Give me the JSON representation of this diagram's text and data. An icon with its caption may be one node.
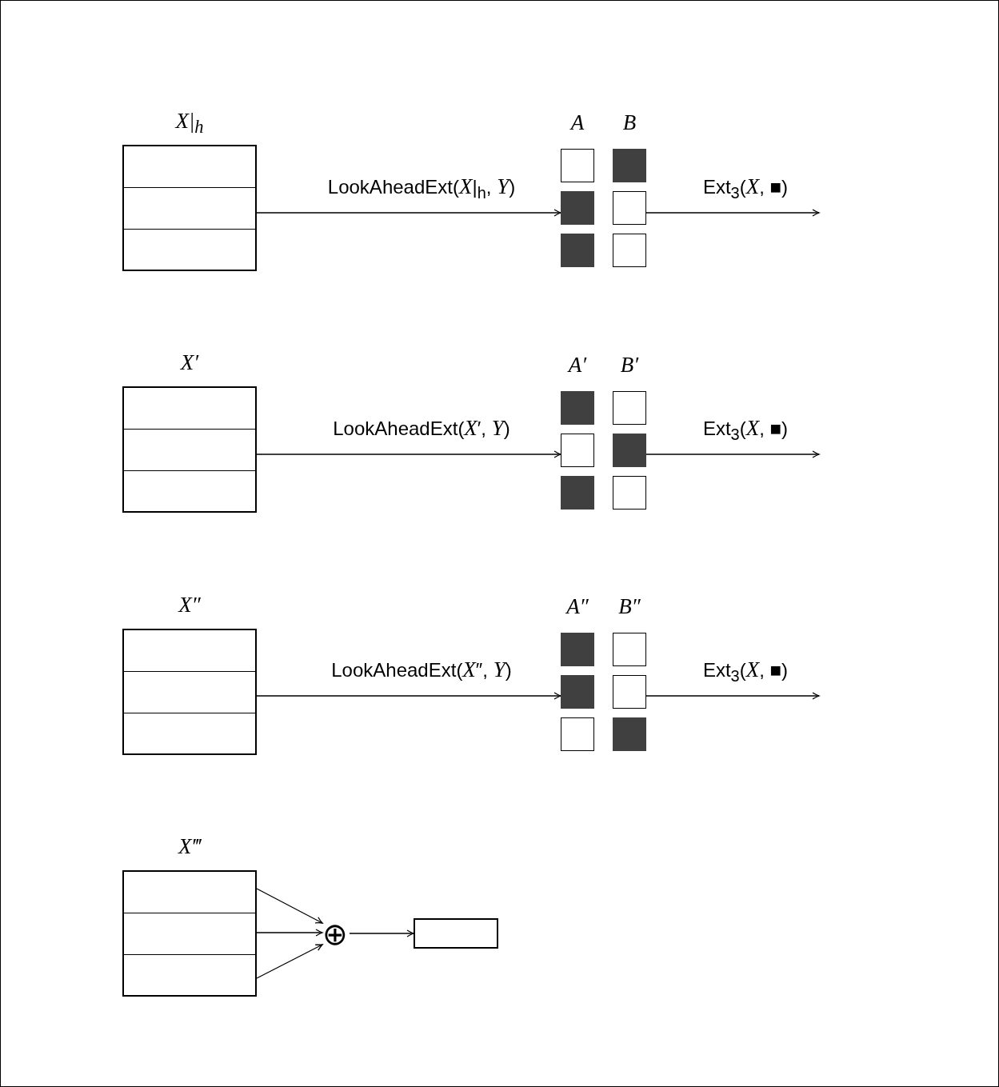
{
  "diagram": {
    "nodes": [
      {
        "text": [
          "X|$_{h}$"
        ]
      },
      {
        "text": [
          "A",
          "B"
        ]
      },
      {
        "text": [
          "X′"
        ]
      },
      {
        "text": [
          "A′",
          "B′"
        ]
      },
      {
        "text": [
          "X″"
        ]
      },
      {
        "text": [
          "A″",
          "B″"
        ]
      },
      {
        "text": [
          "X‴"
        ]
      },
      {
        "text": [
          "⊕"
        ]
      },
      {
        "text": [],
        "shape": "box"
      }
    ],
    "edges": [
      {
        "from": 0,
        "to": 1,
        "arrow": "to",
        "label": "LookAheadExt(*X*|$_{h}$, *Y*)"
      },
      {
        "from": 1,
        "to": null,
        "arrow": "to",
        "label": "Ext$_{3}$(*X*, ■)"
      },
      {
        "from": 2,
        "to": 3,
        "arrow": "to",
        "label": "LookAheadExt(*X*′, *Y*)"
      },
      {
        "from": 3,
        "to": null,
        "arrow": "to",
        "label": "Ext$_{3}$(*X*, ■)"
      },
      {
        "from": 4,
        "to": 5,
        "arrow": "to",
        "label": "LookAheadExt(*X*″, *Y*)"
      },
      {
        "from": 5,
        "to": null,
        "arrow": "to",
        "label": "Ext$_{3}$(*X*, ■)"
      },
      {
        "from": 6,
        "to": 7,
        "arrow": "to"
      },
      {
        "from": 6,
        "to": 7,
        "arrow": "to"
      },
      {
        "from": 6,
        "to": 7,
        "arrow": "to"
      },
      {
        "from": 7,
        "to": 8,
        "arrow": "to"
      }
    ]
  }
}
